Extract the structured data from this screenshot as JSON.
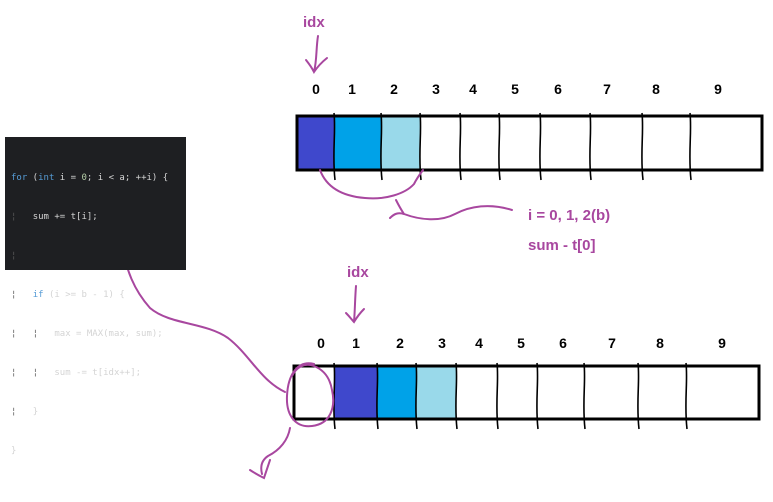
{
  "colors": {
    "annotation": "#a8479f",
    "dark_blue": "#3f48cc",
    "mid_blue": "#00a2e8",
    "light_blue": "#99d9ea",
    "border": "#000000",
    "code_bg": "#1e1f22"
  },
  "top_array": {
    "pointer_label": "idx",
    "indices": [
      "0",
      "1",
      "2",
      "3",
      "4",
      "5",
      "6",
      "7",
      "8",
      "9"
    ],
    "filled_cells": [
      {
        "cell": 0,
        "color": "dark_blue"
      },
      {
        "cell": 1,
        "color": "mid_blue"
      },
      {
        "cell": 2,
        "color": "light_blue"
      }
    ]
  },
  "bottom_array": {
    "pointer_label": "idx",
    "indices": [
      "0",
      "1",
      "2",
      "3",
      "4",
      "5",
      "6",
      "7",
      "8",
      "9"
    ],
    "filled_cells": [
      {
        "cell": 1,
        "color": "dark_blue"
      },
      {
        "cell": 2,
        "color": "mid_blue"
      },
      {
        "cell": 3,
        "color": "light_blue"
      }
    ]
  },
  "notes": {
    "loop_range": "i = 0, 1, 2(b)",
    "sum_update": "sum - t[0]"
  },
  "code": {
    "line1_for": "for",
    "line1_rest_a": " (",
    "line1_int": "int",
    "line1_rest_b": " i = ",
    "line1_zero": "0",
    "line1_rest_c": "; i < a; ++i) {",
    "line2": "sum += t[i];",
    "line4_if": "if",
    "line4_rest": " (i >= b - 1) {",
    "line5": "max = MAX(max, sum);",
    "line6": "sum -= t[idx++];",
    "line7": "}",
    "line8": "}"
  }
}
